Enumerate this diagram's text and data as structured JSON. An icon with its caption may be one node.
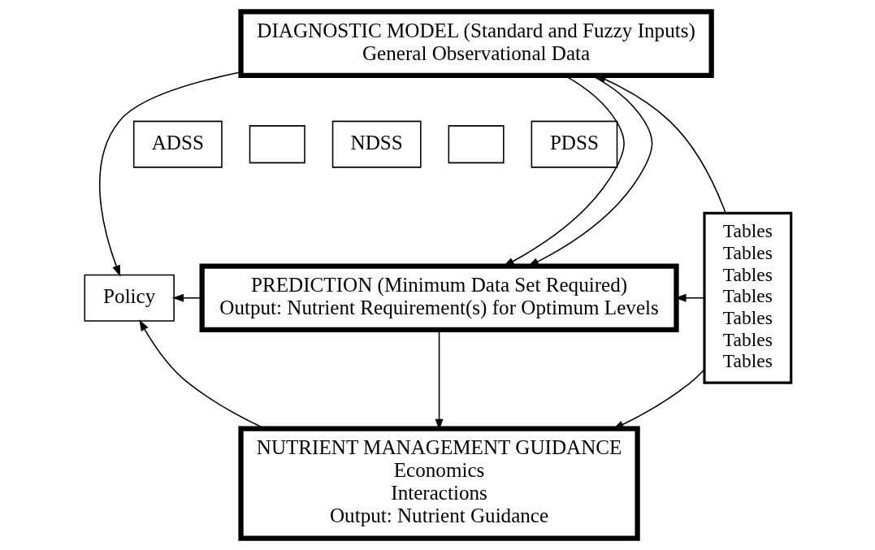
{
  "diagram": {
    "nodes": [
      {
        "text": [
          "DIAGNOSTIC MODEL (Standard and Fuzzy Inputs)",
          "General Observational Data"
        ]
      },
      {
        "text": [
          "ADSS"
        ]
      },
      {
        "text": [],
        "shape": "box"
      },
      {
        "text": [
          "NDSS"
        ]
      },
      {
        "text": [],
        "shape": "box"
      },
      {
        "text": [
          "PDSS"
        ]
      },
      {
        "text": [
          "PREDICTION (Minimum Data Set Required)",
          "Output: Nutrient Requirement(s) for Optimum Levels"
        ]
      },
      {
        "text": [
          "NUTRIENT MANAGEMENT GUIDANCE",
          "Economics",
          "Interactions",
          "Output: Nutrient Guidance"
        ]
      },
      {
        "text": [
          "Policy"
        ]
      },
      {
        "text": [
          "Tables",
          "Tables",
          "Tables",
          "Tables",
          "Tables",
          "Tables",
          "Tables"
        ]
      }
    ],
    "edges": [
      {
        "from": 0,
        "to": 6,
        "arrow": "to"
      },
      {
        "from": 0,
        "to": 6,
        "arrow": "to"
      },
      {
        "from": 0,
        "to": 8,
        "arrow": "to"
      },
      {
        "from": 6,
        "to": 8,
        "arrow": "to"
      },
      {
        "from": 7,
        "to": 8,
        "arrow": "to"
      },
      {
        "from": 6,
        "to": 7,
        "arrow": "to"
      },
      {
        "from": 9,
        "to": 0,
        "arrow": "to"
      },
      {
        "from": 9,
        "to": 6,
        "arrow": "to"
      },
      {
        "from": 9,
        "to": 7,
        "arrow": "to"
      }
    ]
  }
}
